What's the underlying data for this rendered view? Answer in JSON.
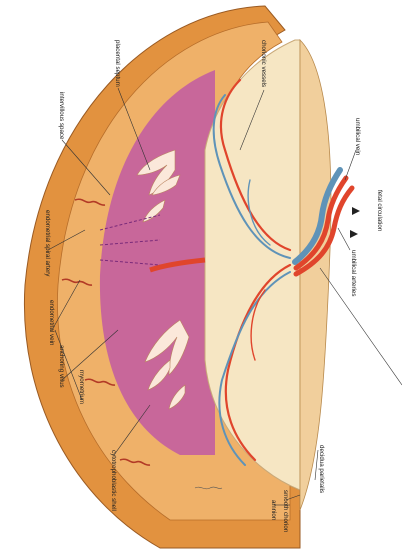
{
  "labels": {
    "placental_septum": "placental septum",
    "chorionic_vessels": "chorionic vessels",
    "umbilical_vein": "umbilical vein",
    "fetal_circulation": "fetal circulation",
    "umbilical_arteries": "umbilical arteries",
    "intervillous_space": "intervillous space",
    "endometrial_spiral_artery": "endometrial spiral artery",
    "endometrial_vein": "endometrial vein",
    "anchoring_villus": "anchoring villus",
    "myometrium": "myometrium",
    "cytotrophoblastic_shell": "cytotrophoblastic shell",
    "decidua_parietalis": "decidua parietalis",
    "smooth_chorion": "smooth chorion",
    "amnion": "amnion"
  },
  "colors": {
    "myometrium": "#e2923f",
    "decidua": "#efb169",
    "intervillous": "#c15aa3",
    "chorionic_plate": "#f6e6c3",
    "artery": "#e0452c",
    "vein": "#5f93b8",
    "villus": "#fbe8da"
  }
}
